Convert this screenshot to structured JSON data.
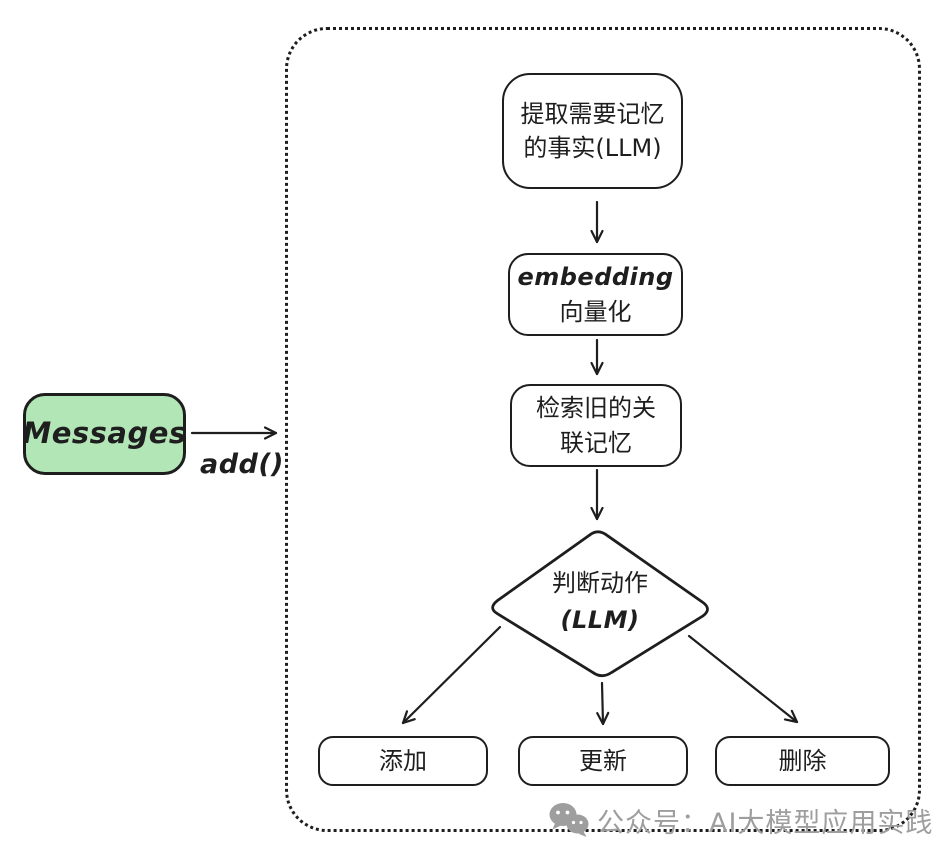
{
  "colors": {
    "stroke": "#1e1e1e",
    "green_fill": "#b3e6b7",
    "watermark": "#9e9e9e",
    "background": "#ffffff"
  },
  "nodes": {
    "messages": {
      "label": "Messages"
    },
    "extract_facts": {
      "lines": [
        "提取需要记忆",
        "的事实(LLM)"
      ]
    },
    "embedding": {
      "lines": [
        "embedding",
        "向量化"
      ]
    },
    "retrieve": {
      "lines": [
        "检索旧的关",
        "联记忆"
      ]
    },
    "decide_action": {
      "lines": [
        "判断动作",
        "(LLM)"
      ]
    },
    "action_add": {
      "label": "添加"
    },
    "action_update": {
      "label": "更新"
    },
    "action_delete": {
      "label": "删除"
    }
  },
  "edges": {
    "add_call_label": "add()"
  },
  "watermark": {
    "icon": "wechat-icon",
    "text": "公众号：AI大模型应用实践"
  }
}
